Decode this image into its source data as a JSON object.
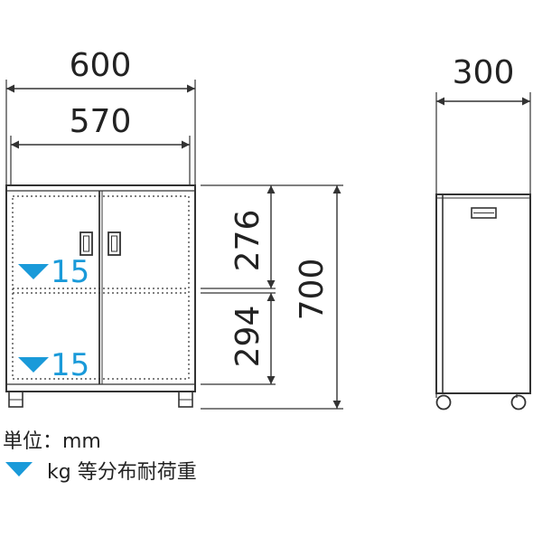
{
  "dimensions": {
    "front_width_outer": "600",
    "front_width_inner": "570",
    "side_depth": "300",
    "upper_height": "276",
    "lower_height": "294",
    "total_height": "700"
  },
  "shelf_loads": {
    "upper": "15",
    "lower": "15"
  },
  "legend": {
    "unit": "単位：mm",
    "load_note": "kg 等分布耐荷重"
  },
  "colors": {
    "line": "#333333",
    "accent": "#1a9ad9"
  }
}
